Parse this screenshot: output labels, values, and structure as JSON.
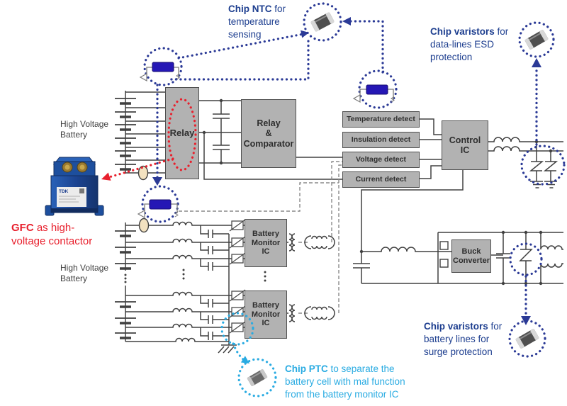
{
  "colors": {
    "annotation_blue": "#1d3e8f",
    "dotted_blue": "#2b3a96",
    "light_blue": "#29abe2",
    "red": "#e8202d",
    "box_fill": "#b2b2b2",
    "box_border": "#4f4f4f",
    "wire": "#404040"
  },
  "annotations": {
    "chip_ntc": {
      "bold": "Chip NTC",
      "rest": " for",
      "line2": "temperature",
      "line3": "sensing"
    },
    "varistors_data": {
      "bold": "Chip varistors",
      "rest": " for",
      "line2": "data-lines ESD",
      "line3": "protection"
    },
    "varistors_battery": {
      "bold": "Chip varistors",
      "rest": " for",
      "line2": "battery lines for",
      "line3": "surge protection"
    },
    "chip_ptc": {
      "bold": "Chip PTC",
      "rest": " to separate the",
      "line2": "battery cell with mal function",
      "line3": "from the battery monitor IC"
    },
    "gfc": {
      "bold": "GFC",
      "rest": " as high-",
      "line2": "voltage contactor"
    }
  },
  "labels": {
    "hv_battery_top": {
      "l1": "High Voltage",
      "l2": "Battery"
    },
    "hv_battery_bottom": {
      "l1": "High Voltage",
      "l2": "Battery"
    },
    "relay": "Relay",
    "relay_comparator": "Relay\n&\nComparator",
    "control_ic": "Control\nIC",
    "buck_converter": "Buck\nConverter",
    "battery_monitor_ic_1": "Battery\nMonitor\nIC",
    "battery_monitor_ic_2": "Battery\nMonitor\nIC",
    "detect_boxes": [
      {
        "label": "Temperature detect"
      },
      {
        "label": "Insulation detect"
      },
      {
        "label": "Voltage detect"
      },
      {
        "label": "Current detect"
      }
    ],
    "device_brand": "TDK"
  }
}
